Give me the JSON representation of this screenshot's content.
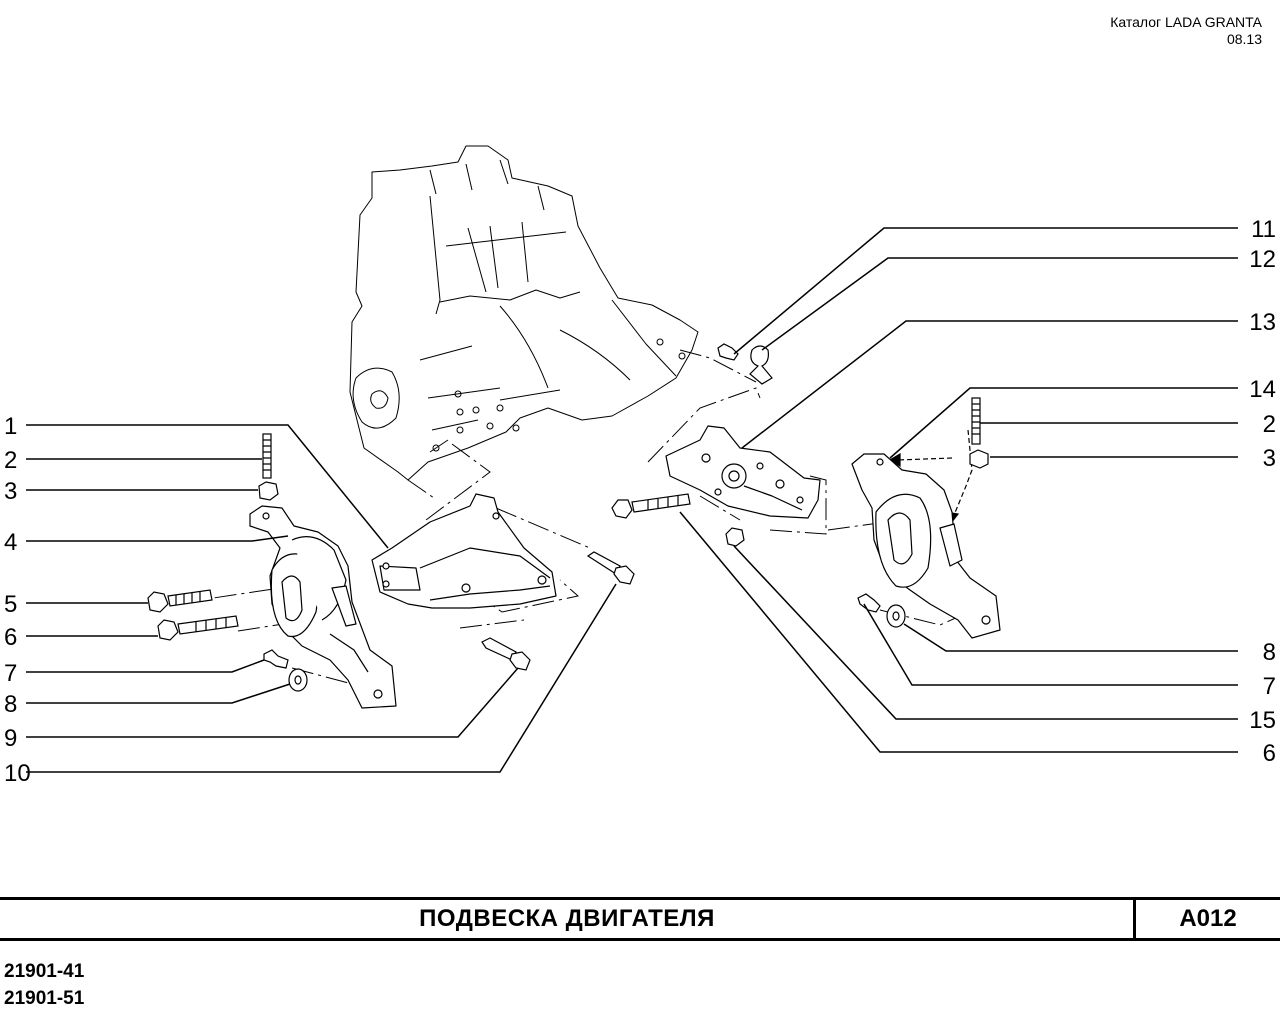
{
  "header": {
    "catalog": "Каталог  LADA  GRANTA",
    "date": "08.13"
  },
  "title": {
    "text": "ПОДВЕСКА   ДВИГАТЕЛЯ",
    "code": "A012"
  },
  "models": [
    "21901-41",
    "21901-51"
  ],
  "callouts_left": [
    "1",
    "2",
    "3",
    "4",
    "5",
    "6",
    "7",
    "8",
    "9",
    "10"
  ],
  "callouts_right": [
    "11",
    "12",
    "13",
    "14",
    "2",
    "3",
    "8",
    "7",
    "15",
    "6"
  ],
  "icons": [
    "engine-outline-icon",
    "bracket-icon",
    "support-cushion-icon",
    "bolt-icon",
    "stud-icon",
    "nut-icon",
    "washer-icon"
  ]
}
